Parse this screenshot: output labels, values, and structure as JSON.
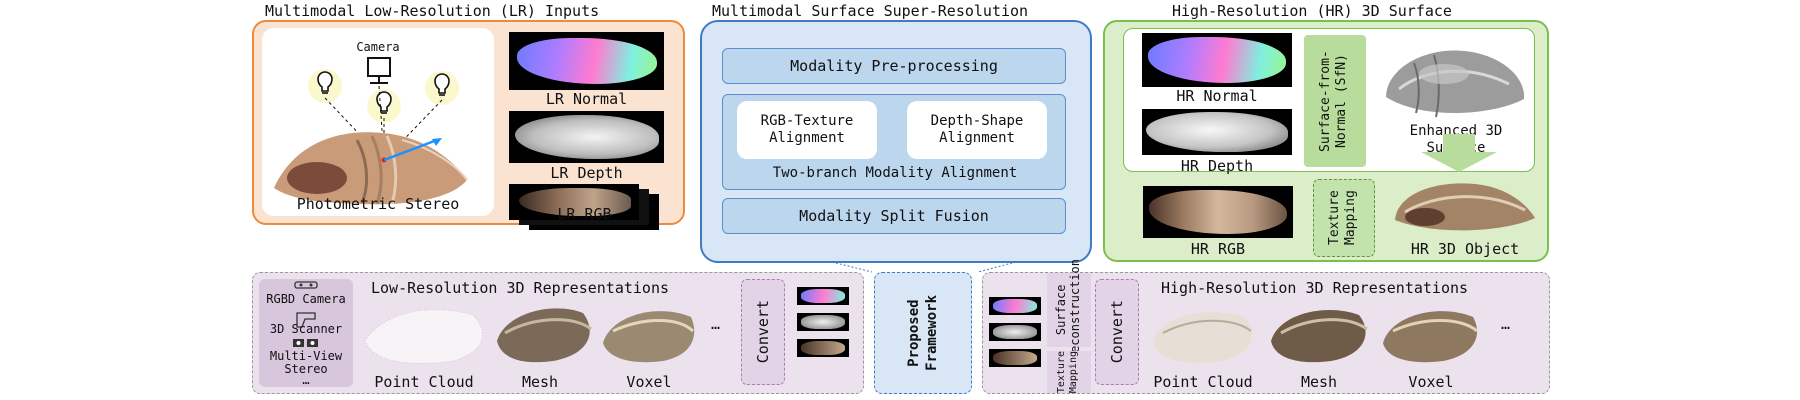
{
  "colors": {
    "lr_panel_bg": "#fbe3d2",
    "lr_panel_border": "#ee8a3c",
    "sr_panel_bg": "#d9e6f5",
    "sr_panel_border": "#3d7cc4",
    "hr_panel_bg": "#dbeec9",
    "hr_panel_border": "#7bbf4f",
    "bottom_bg": "#ece2ee",
    "accent_arrow": "#1e90ff"
  },
  "lr_inputs": {
    "title": "Multimodal Low-Resolution (LR) Inputs",
    "camera_label": "Camera",
    "photometric_label": "Photometric Stereo",
    "normal_label": "LR Normal",
    "depth_label": "LR Depth",
    "rgb_label": "LR RGB"
  },
  "super_resolution": {
    "title": "Multimodal Surface Super-Resolution",
    "preprocessing": "Modality Pre-processing",
    "rgb_alignment_line1": "RGB-Texture",
    "rgb_alignment_line2": "Alignment",
    "depth_alignment_line1": "Depth-Shape",
    "depth_alignment_line2": "Alignment",
    "two_branch": "Two-branch Modality Alignment",
    "split_fusion": "Modality Split Fusion"
  },
  "hr_surface": {
    "title": "High-Resolution (HR) 3D Surface",
    "normal_label": "HR Normal",
    "depth_label": "HR Depth",
    "sfn_label": "Surface-from-Normal (SfN)",
    "enhanced_line1": "Enhanced 3D",
    "enhanced_line2": "Surface",
    "rgb_label": "HR RGB",
    "texture_mapping": "Texture Mapping",
    "object_label": "HR 3D Object"
  },
  "low_res_3d": {
    "title": "Low-Resolution 3D Representations",
    "devices": [
      "RGBD Camera",
      "3D Scanner",
      "Multi-View Stereo",
      "…"
    ],
    "point_cloud": "Point Cloud",
    "mesh": "Mesh",
    "voxel": "Voxel",
    "ellipsis": "…",
    "convert": "Convert"
  },
  "framework": {
    "label_line1": "Proposed",
    "label_line2": "Framework"
  },
  "high_res_3d": {
    "title": "High-Resolution 3D Representations",
    "surface_reconstruction": "Surface Reconstruction",
    "texture_mapping": "Texture Mapping",
    "convert": "Convert",
    "point_cloud": "Point Cloud",
    "mesh": "Mesh",
    "voxel": "Voxel",
    "ellipsis": "…"
  }
}
